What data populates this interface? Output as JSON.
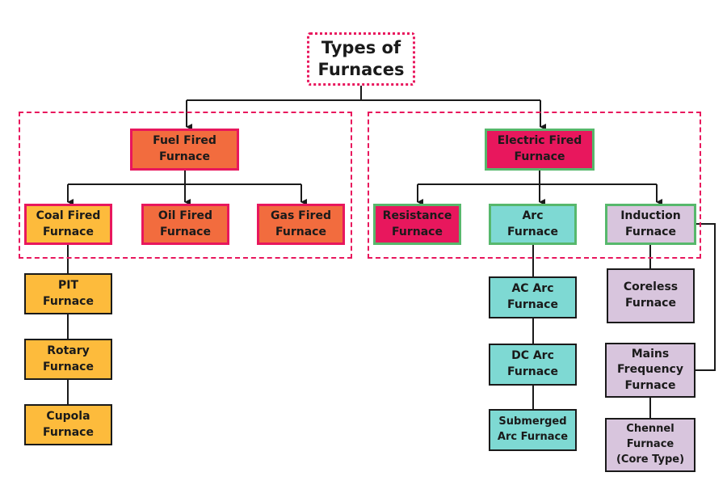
{
  "root": {
    "line1": "Types of",
    "line2": "Furnaces"
  },
  "fuel": {
    "main": {
      "line1": "Fuel Fired",
      "line2": "Furnace"
    },
    "coal": {
      "line1": "Coal Fired",
      "line2": "Furnace"
    },
    "oil": {
      "line1": "Oil Fired",
      "line2": "Furnace"
    },
    "gas": {
      "line1": "Gas Fired",
      "line2": "Furnace"
    },
    "coal_children": [
      {
        "line1": "PIT",
        "line2": "Furnace"
      },
      {
        "line1": "Rotary",
        "line2": "Furnace"
      },
      {
        "line1": "Cupola",
        "line2": "Furnace"
      }
    ]
  },
  "electric": {
    "main": {
      "line1": "Electric Fired",
      "line2": "Furnace"
    },
    "resistance": {
      "line1": "Resistance",
      "line2": "Furnace"
    },
    "arc": {
      "line1": "Arc",
      "line2": "Furnace"
    },
    "induction": {
      "line1": "Induction",
      "line2": "Furnace"
    },
    "arc_children": [
      {
        "line1": "AC Arc",
        "line2": "Furnace"
      },
      {
        "line1": "DC Arc",
        "line2": "Furnace"
      },
      {
        "line1": "Submerged",
        "line2": "Arc Furnace"
      }
    ],
    "induction_children": [
      {
        "line1": "Coreless",
        "line2": "Furnace"
      },
      {
        "line1": "Mains",
        "line2": "Frequency",
        "line3": "Furnace"
      },
      {
        "line1": "Chennel",
        "line2": "Furnace",
        "line3": "(Core Type)"
      }
    ]
  },
  "colors": {
    "pink_border": "#e8175d",
    "green_border": "#57b86c",
    "orange_fill": "#f26c3e",
    "yellow_fill": "#fdbb3c",
    "crimson_fill": "#e8175d",
    "cyan_fill": "#7ed9d3",
    "lilac_fill": "#d8c5dd"
  }
}
